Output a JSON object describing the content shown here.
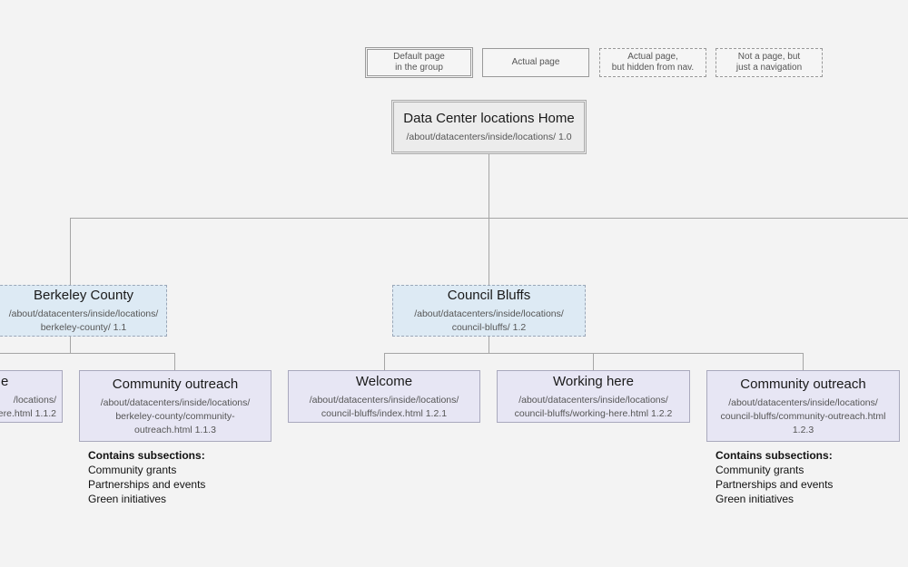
{
  "legend": {
    "default_page": [
      "Default page",
      "in the group"
    ],
    "actual_page": [
      "Actual page"
    ],
    "hidden_page": [
      "Actual page,",
      "but hidden from nav."
    ],
    "navigation": [
      "Not a page, but",
      "just a navigation"
    ]
  },
  "home": {
    "title": "Data Center locations Home",
    "path": [
      "/about/datacenters/inside/locations/ 1.0"
    ]
  },
  "berkeley": {
    "title": "Berkeley County",
    "path": [
      "/about/datacenters/inside/locations/",
      "berkeley-county/ 1.1"
    ],
    "children": {
      "partial": {
        "title": "e",
        "path": [
          "/locations/",
          "ere.html 1.1.2"
        ]
      },
      "outreach": {
        "title": "Community outreach",
        "path": [
          "/about/datacenters/inside/locations/",
          "berkeley-county/community-",
          "outreach.html 1.1.3"
        ],
        "subsections": {
          "heading": "Contains subsections:",
          "items": [
            "Community grants",
            "Partnerships and events",
            "Green initiatives"
          ]
        }
      }
    }
  },
  "council": {
    "title": "Council Bluffs",
    "path": [
      "/about/datacenters/inside/locations/",
      "council-bluffs/ 1.2"
    ],
    "children": {
      "welcome": {
        "title": "Welcome",
        "path": [
          "/about/datacenters/inside/locations/",
          "council-bluffs/index.html 1.2.1"
        ]
      },
      "working": {
        "title": "Working here",
        "path": [
          "/about/datacenters/inside/locations/",
          "council-bluffs/working-here.html 1.2.2"
        ]
      },
      "outreach": {
        "title": "Community outreach",
        "path": [
          "/about/datacenters/inside/locations/",
          "council-bluffs/community-outreach.html",
          "1.2.3"
        ],
        "subsections": {
          "heading": "Contains subsections:",
          "items": [
            "Community grants",
            "Partnerships and events",
            "Green initiatives"
          ]
        }
      }
    }
  }
}
